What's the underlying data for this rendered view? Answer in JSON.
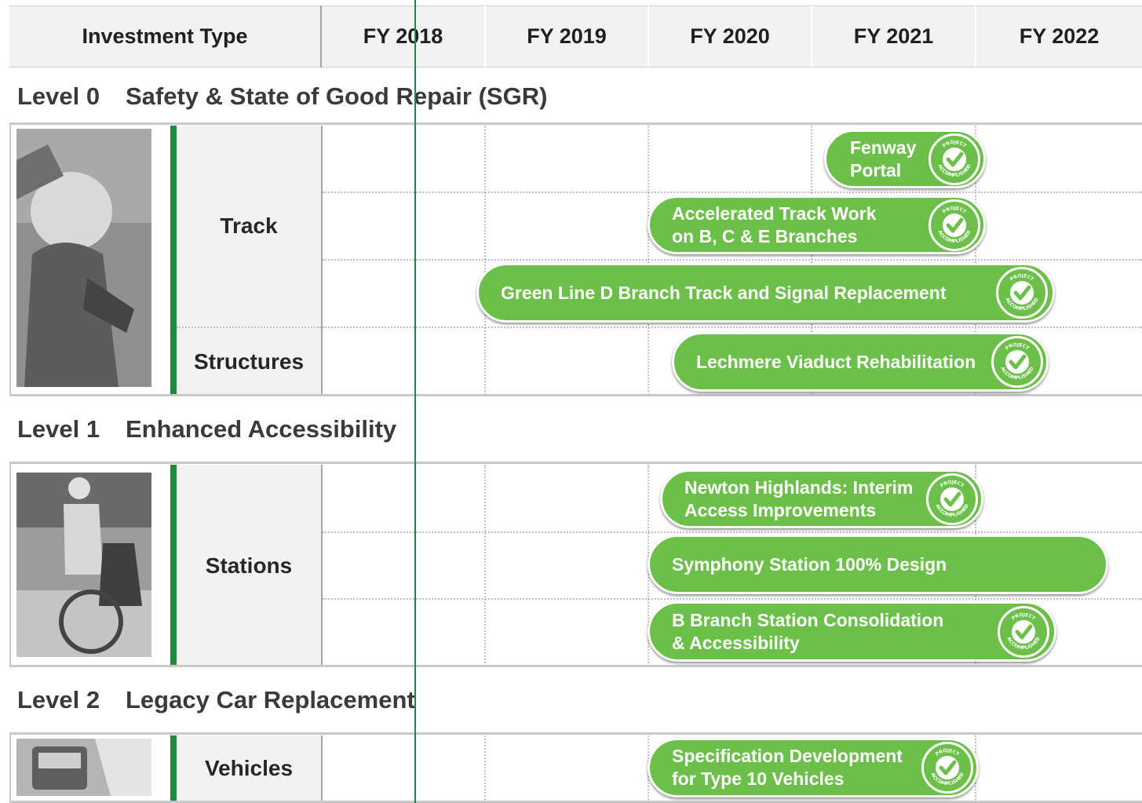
{
  "header": {
    "investment_type": "Investment Type",
    "years": [
      "FY 2018",
      "FY 2019",
      "FY 2020",
      "FY 2021",
      "FY 2022"
    ]
  },
  "levels": [
    {
      "label": "Level 0",
      "title": "Safety & State of Good Repair (SGR)"
    },
    {
      "label": "Level 1",
      "title": "Enhanced Accessibility"
    },
    {
      "label": "Level 2",
      "title": "Legacy Car Replacement"
    }
  ],
  "categories": {
    "track": "Track",
    "structures": "Structures",
    "stations": "Stations",
    "vehicles": "Vehicles"
  },
  "projects": [
    {
      "lines": [
        "Fenway",
        "Portal"
      ],
      "badge": "PROJECT ACCOMPLISHED"
    },
    {
      "lines": [
        "Accelerated Track Work",
        "on B, C & E Branches"
      ],
      "badge": "PROJECT ACCOMPLISHED"
    },
    {
      "lines": [
        "Green Line D Branch Track and Signal Replacement"
      ],
      "badge": "PROJECT ACCOMPLISHED"
    },
    {
      "lines": [
        "Lechmere Viaduct Rehabilitation"
      ],
      "badge": "PROJECT ACCOMPLISHED"
    },
    {
      "lines": [
        "Newton Highlands: Interim",
        "Access Improvements"
      ],
      "badge": "PROJECT ACCOMPLISHED"
    },
    {
      "lines": [
        "Symphony Station 100% Design"
      ],
      "badge": ""
    },
    {
      "lines": [
        "B Branch Station Consolidation",
        "& Accessibility"
      ],
      "badge": "PROJECT ACCOMPLISHED"
    },
    {
      "lines": [
        "Specification Development",
        "for Type 10 Vehicles"
      ],
      "badge": "PROJECT ACCOMPLISHED"
    }
  ],
  "colors": {
    "pill_green": "#6cc04a",
    "category_bar": "#1f8a3a",
    "today_line": "#2e7d4a",
    "header_bg": "#f2f2f2"
  }
}
